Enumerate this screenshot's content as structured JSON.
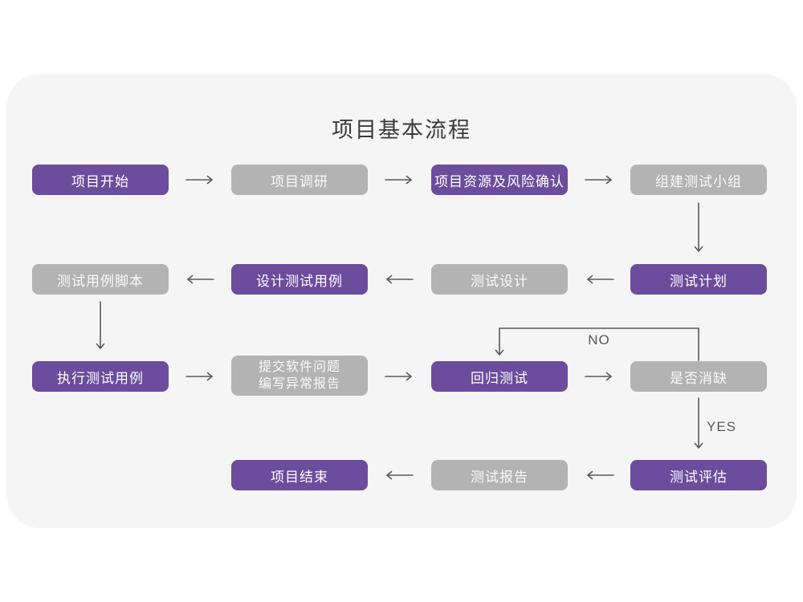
{
  "title": "项目基本流程",
  "colors": {
    "purple": "#6B4C9D",
    "gray": "#B3B3B3",
    "card_background": "#F5F5F5",
    "arrow": "#58595B",
    "title_text": "#3A3A3A"
  },
  "nodes": {
    "start": "项目开始",
    "research": "项目调研",
    "risk": "项目资源及风险确认",
    "team": "组建测试小组",
    "plan": "测试计划",
    "design": "测试设计",
    "cases": "设计测试用例",
    "scripts": "测试用例脚本",
    "execute": "执行测试用例",
    "submit_line1": "提交软件问题",
    "submit_line2": "编写异常报告",
    "regression": "回归测试",
    "defect_check": "是否消缺",
    "evaluate": "测试评估",
    "report": "测试报告",
    "end": "项目结束"
  },
  "edge_labels": {
    "no": "NO",
    "yes": "YES"
  }
}
